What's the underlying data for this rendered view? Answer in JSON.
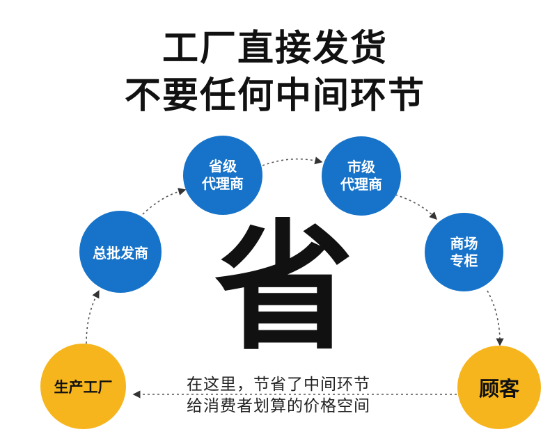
{
  "heading": {
    "line1": "工厂直接发货",
    "line2": "不要任何中间环节"
  },
  "flow": {
    "factory": "生产工厂",
    "wholesale": "总批发商",
    "province": "省级\n代理商",
    "city": "市级\n代理商",
    "mall": "商场\n专柜",
    "customer": "顾客"
  },
  "center_char": "省",
  "caption": {
    "line1": "在这里，节省了中间环节",
    "line2": "给消费者划算的价格空间"
  },
  "colors": {
    "node_blue": "#1673c9",
    "node_gold": "#f7b51d",
    "arrow": "#333333"
  }
}
